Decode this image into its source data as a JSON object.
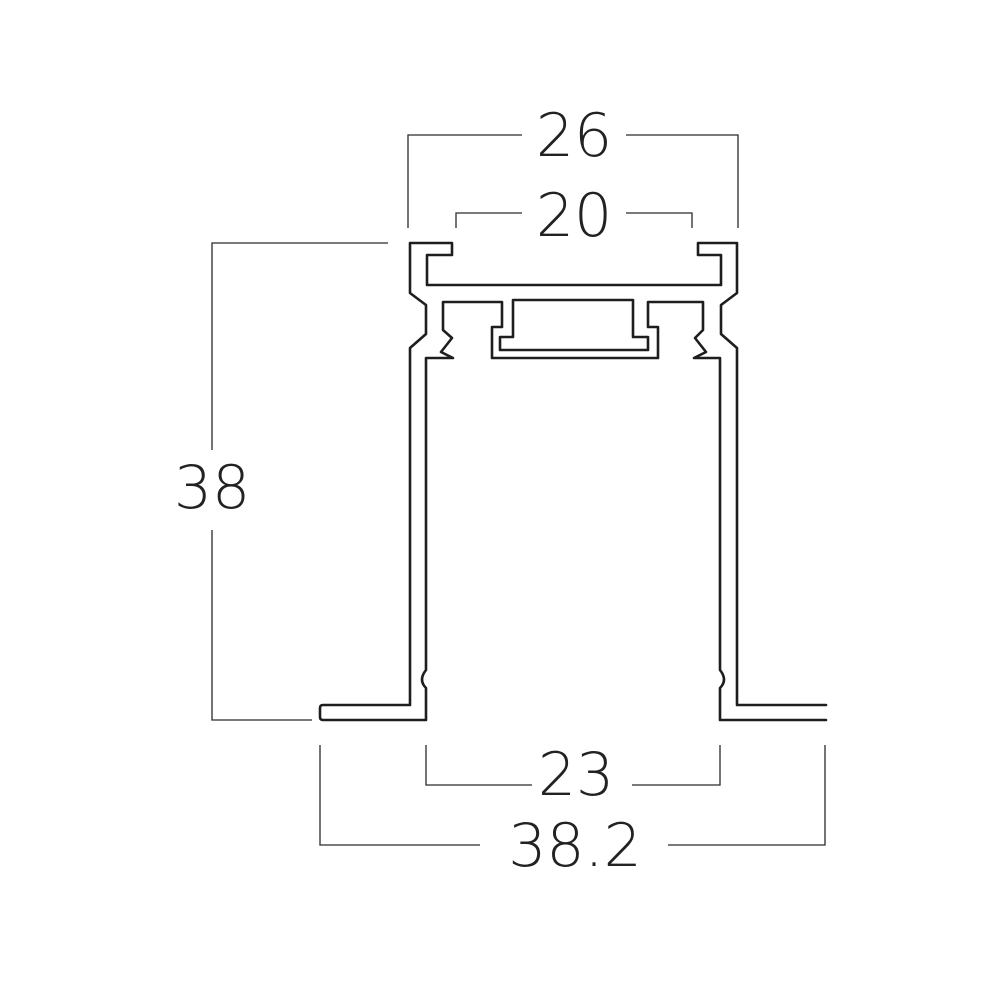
{
  "drawing": {
    "units": "mm",
    "dimensions": {
      "outer_top_width": "26",
      "inner_top_width": "20",
      "height": "38",
      "inner_bottom_width": "23",
      "overall_width": "38.2"
    },
    "colors": {
      "line": "#1e1e1e",
      "background": "#ffffff"
    }
  }
}
